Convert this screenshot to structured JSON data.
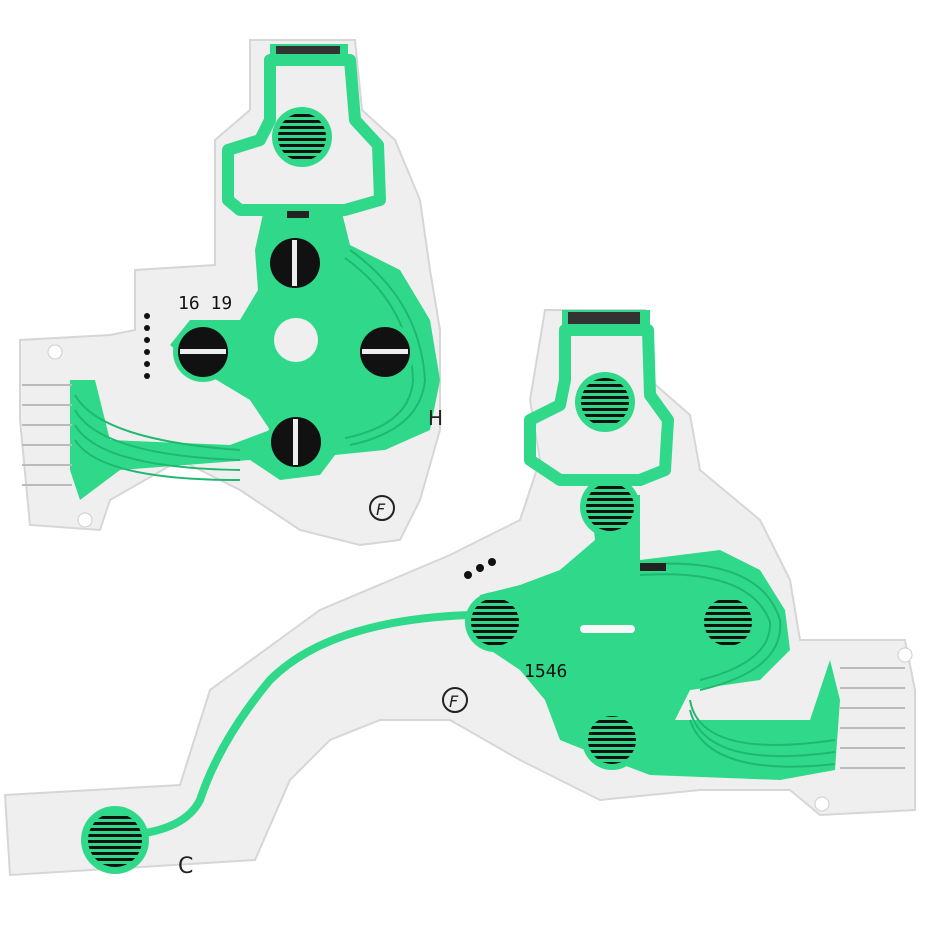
{
  "colors": {
    "substrate": "#eeeeee",
    "substrate_edge": "#d4d4d4",
    "trace_green": "#2fd989",
    "trace_dark": "#1fb871",
    "contact_black": "#111111",
    "connector": "#222222"
  },
  "top_membrane": {
    "part_number": "16 19",
    "letter": "H",
    "logo": "F"
  },
  "bottom_membrane": {
    "part_number": "1546",
    "letter": "C",
    "logo": "F"
  }
}
